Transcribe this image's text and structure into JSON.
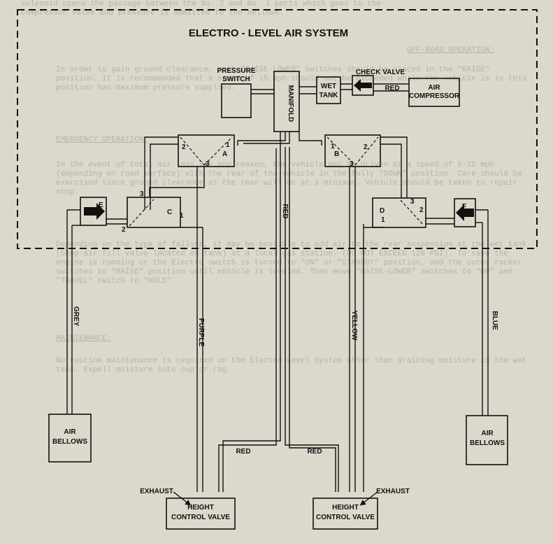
{
  "title": "ELECTRO - LEVEL AIR SYSTEM",
  "components": {
    "pressure_switch": [
      "PRESSURE",
      "SWITCH"
    ],
    "manifold": "MANIFOLD",
    "wet_tank": [
      "WET",
      "TANK"
    ],
    "check_valve": "CHECK VALVE",
    "air_compressor": [
      "AIR",
      "COMPRESSOR"
    ],
    "valve_a": "A",
    "valve_b": "B",
    "valve_c": "C",
    "valve_d": "D",
    "valve_e": "E",
    "valve_f": "F",
    "air_bellows_left": [
      "AIR",
      "BELLOWS"
    ],
    "air_bellows_right": [
      "AIR",
      "BELLOWS"
    ],
    "height_valve_left": [
      "HEIGHT",
      "CONTROL VALVE"
    ],
    "height_valve_right": [
      "HEIGHT",
      "CONTROL VALVE"
    ],
    "exhaust_left": "EXHAUST",
    "exhaust_right": "EXHAUST"
  },
  "lines": {
    "red": "RED",
    "grey": "GREY",
    "purple": "PURPLE",
    "yellow": "YELLOW",
    "blue": "BLUE"
  },
  "ports": {
    "a": [
      "2",
      "1",
      "3"
    ],
    "b": [
      "1",
      "2",
      "3"
    ],
    "c": [
      "3",
      "1",
      "2"
    ],
    "d": [
      "3",
      "1",
      "2"
    ]
  },
  "background_text": {
    "line1": "solenoid opens the passage between the No. 2 and No. 1 ports which goes to the",
    "line2": "compressor valve and pressure is admitted to the bellows.",
    "heading1": "OFF-ROAD OPERATION:",
    "para1": "In order to gain ground clearance, both \"RAISE-LOWER\" switches should be placed in the \"RAISE\" position. It is recommended that a speed of 15 mph should not be exceeded while the vehicle is in this position has maximum pressure supplied.",
    "heading2": "EMERGENCY OPERATION:",
    "para2": "In the event of total air loss for any reason, the vehicle may be driven at a speed of 5-15 mph (depending on road surface) with the rear of the vehicle in the fully \"DOWN\" position. Care should be exercised since ground clearance at the rear will be at a minimum. Vehicle should be taken to repair shop.",
    "para3": "Depending on the type of failure, it may be possible to add air to the rear suspension at the wet tank (Shop air fill valve located on tank) at a local gas station. (DO NOT EXCEED 120 PSI). To save the engine is running or the Electro switch is turned to \"ON\" or \"STANDBY\" position, and the outer rocker switches to \"RAISE\" position until vehicle is leveled. Then move \"RAISE-LOWER\" switches to \"UP\" and \"TRAVEL\" switch to \"HOLD\".",
    "heading3": "MAINTENANCE:",
    "para4": "No routine maintenance is required on the Electro-Level System other than draining moisture in the wet tank. Expell moisture into cup or rag."
  },
  "colors": {
    "paper": "#ddd8cc",
    "ink": "#111111",
    "faded_text": "#b9b2a4"
  }
}
